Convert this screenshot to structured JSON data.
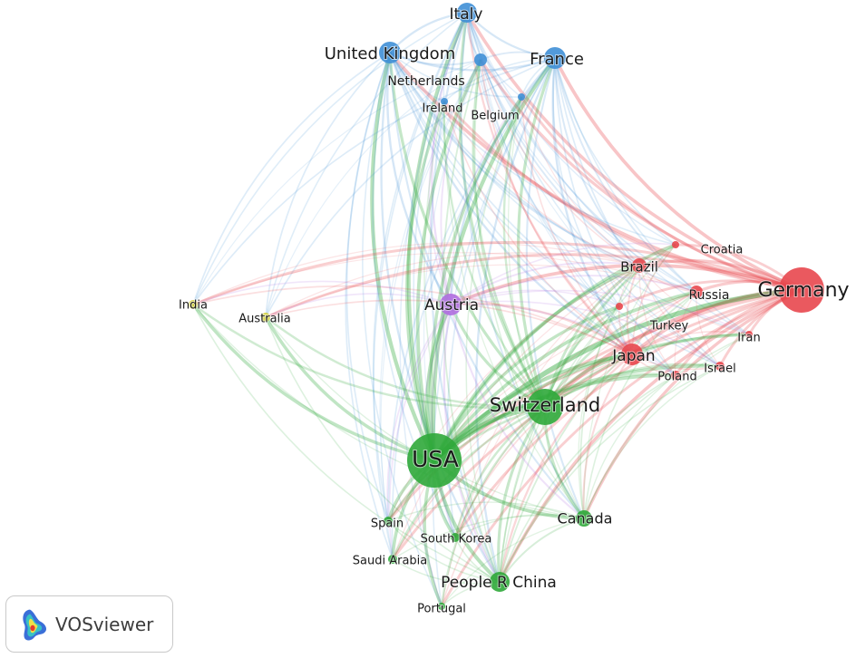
{
  "app": {
    "brand": "VOSviewer"
  },
  "clusters": {
    "europe": "#3f8fd6",
    "red": "#e8474e",
    "green": "#2fa83a",
    "yellow": "#d4d03a",
    "purple": "#b06ee0"
  },
  "nodes": [
    {
      "id": "italy",
      "label": "Italy",
      "cluster": "europe"
    },
    {
      "id": "united-kingdom",
      "label": "United Kingdom",
      "cluster": "europe"
    },
    {
      "id": "france",
      "label": "France",
      "cluster": "europe"
    },
    {
      "id": "netherlands",
      "label": "Netherlands",
      "cluster": "europe"
    },
    {
      "id": "ireland",
      "label": "Ireland",
      "cluster": "europe"
    },
    {
      "id": "belgium",
      "label": "Belgium",
      "cluster": "europe"
    },
    {
      "id": "germany",
      "label": "Germany",
      "cluster": "red"
    },
    {
      "id": "croatia",
      "label": "Croatia",
      "cluster": "red"
    },
    {
      "id": "brazil",
      "label": "Brazil",
      "cluster": "red"
    },
    {
      "id": "russia",
      "label": "Russia",
      "cluster": "red"
    },
    {
      "id": "turkey",
      "label": "Turkey",
      "cluster": "red"
    },
    {
      "id": "iran",
      "label": "Iran",
      "cluster": "red"
    },
    {
      "id": "japan",
      "label": "Japan",
      "cluster": "red"
    },
    {
      "id": "israel",
      "label": "Israel",
      "cluster": "red"
    },
    {
      "id": "poland",
      "label": "Poland",
      "cluster": "red"
    },
    {
      "id": "austria",
      "label": "Austria",
      "cluster": "purple"
    },
    {
      "id": "india",
      "label": "India",
      "cluster": "yellow"
    },
    {
      "id": "australia",
      "label": "Australia",
      "cluster": "yellow"
    },
    {
      "id": "switzerland",
      "label": "Switzerland",
      "cluster": "green"
    },
    {
      "id": "usa",
      "label": "USA",
      "cluster": "green"
    },
    {
      "id": "canada",
      "label": "Canada",
      "cluster": "green"
    },
    {
      "id": "spain",
      "label": "Spain",
      "cluster": "green"
    },
    {
      "id": "south-korea",
      "label": "South Korea",
      "cluster": "green"
    },
    {
      "id": "saudi-arabia",
      "label": "Saudi Arabia",
      "cluster": "green"
    },
    {
      "id": "people-r-china",
      "label": "People R China",
      "cluster": "green"
    },
    {
      "id": "portugal",
      "label": "Portugal",
      "cluster": "green"
    }
  ]
}
